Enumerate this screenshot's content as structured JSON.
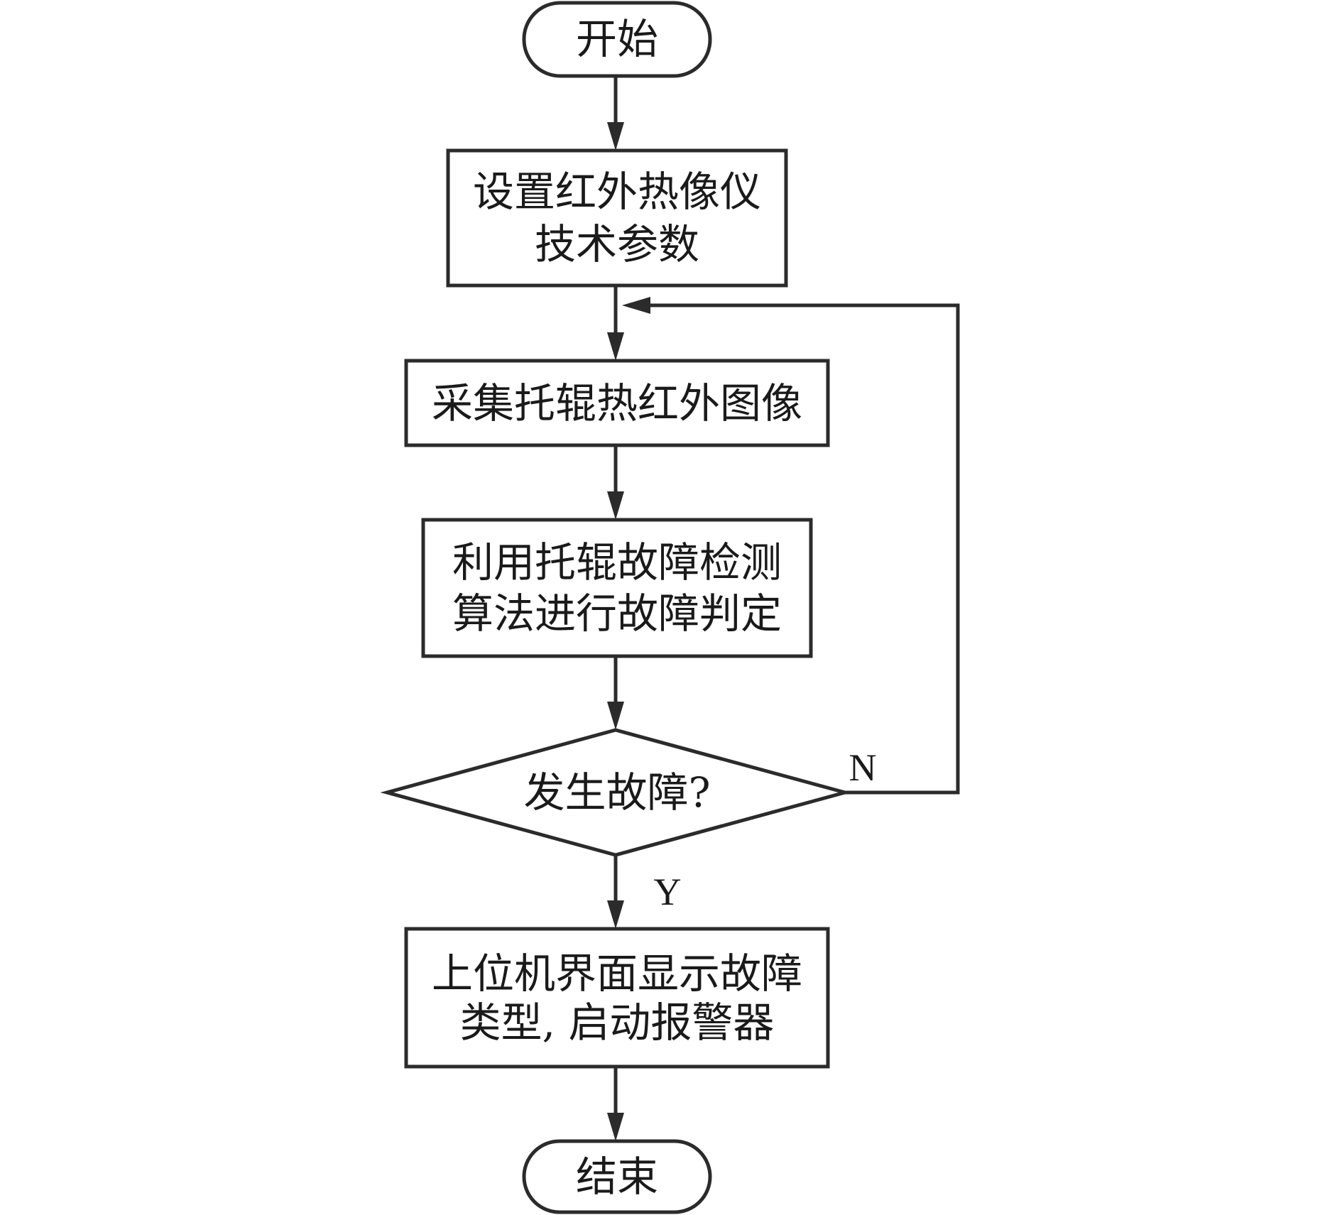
{
  "flowchart": {
    "nodes": {
      "start": {
        "lines": [
          "开始"
        ]
      },
      "set_params": {
        "lines": [
          "设置红外热像仪",
          "技术参数"
        ]
      },
      "acquire": {
        "lines": [
          "采集托辊热红外图像"
        ]
      },
      "detect": {
        "lines": [
          "利用托辊故障检测",
          "算法进行故障判定"
        ]
      },
      "decision": {
        "lines": [
          "发生故障?"
        ]
      },
      "alarm": {
        "lines": [
          "上位机界面显示故障",
          "类型, 启动报警器"
        ]
      },
      "end": {
        "lines": [
          "结束"
        ]
      }
    },
    "branch_labels": {
      "no": "N",
      "yes": "Y"
    }
  }
}
